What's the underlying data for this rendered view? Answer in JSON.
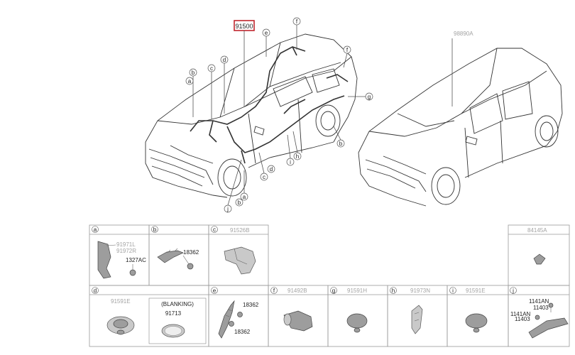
{
  "top": {
    "harness_part": "91500",
    "car_right_part": "98890A",
    "callouts": [
      "a",
      "b",
      "c",
      "d",
      "e",
      "f",
      "f",
      "g",
      "h",
      "i",
      "j",
      "a",
      "b",
      "c",
      "d"
    ]
  },
  "grid": {
    "cells": [
      {
        "key": "a",
        "part": "91971L",
        "extra": "91972R",
        "labels": [
          "1327AC"
        ]
      },
      {
        "key": "b",
        "part": "",
        "labels": [
          "18362"
        ]
      },
      {
        "key": "c",
        "part": "91526B",
        "labels": []
      },
      {
        "key": "empty1",
        "part": "",
        "labels": []
      },
      {
        "key": "right",
        "part": "84145A",
        "labels": []
      },
      {
        "key": "d",
        "part": "91591E",
        "labels": [],
        "blanking": "(BLANKING)",
        "blanking_part": "91713"
      },
      {
        "key": "e",
        "part": "",
        "labels": [
          "18362",
          "18362"
        ]
      },
      {
        "key": "f",
        "part": "91492B",
        "labels": []
      },
      {
        "key": "g",
        "part": "91591H",
        "labels": []
      },
      {
        "key": "h",
        "part": "91973N",
        "labels": []
      },
      {
        "key": "i",
        "part": "91591E",
        "labels": []
      },
      {
        "key": "j",
        "part": "",
        "labels": [
          "1141AN",
          "11403",
          "1141AN",
          "11403"
        ]
      }
    ]
  },
  "colors": {
    "greyed_text": "#a3a3a3",
    "highlight_box": "#c0262d"
  }
}
